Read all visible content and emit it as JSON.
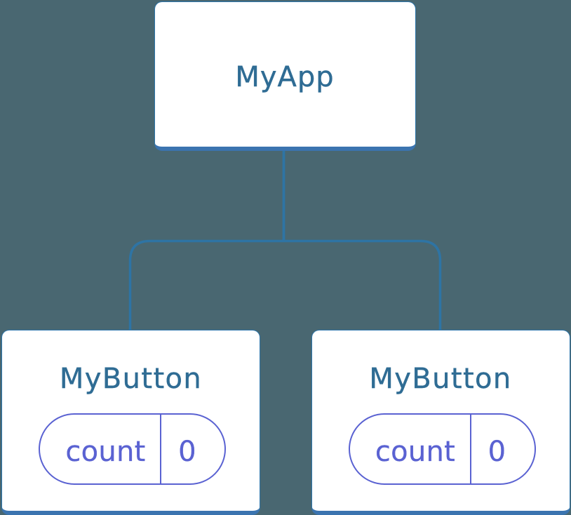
{
  "diagram": {
    "description": "React component tree diagram",
    "colors": {
      "background": "#496771",
      "node_fill": "#ffffff",
      "node_border": "#2E76AB",
      "node_border_bottom": "#3B74B0",
      "connector": "#2E74A4",
      "title_text": "#2F6C94",
      "state": "#5A62D2"
    },
    "root": {
      "label": "MyApp"
    },
    "children": [
      {
        "label": "MyButton",
        "state": {
          "name": "count",
          "value": "0"
        }
      },
      {
        "label": "MyButton",
        "state": {
          "name": "count",
          "value": "0"
        }
      }
    ]
  }
}
